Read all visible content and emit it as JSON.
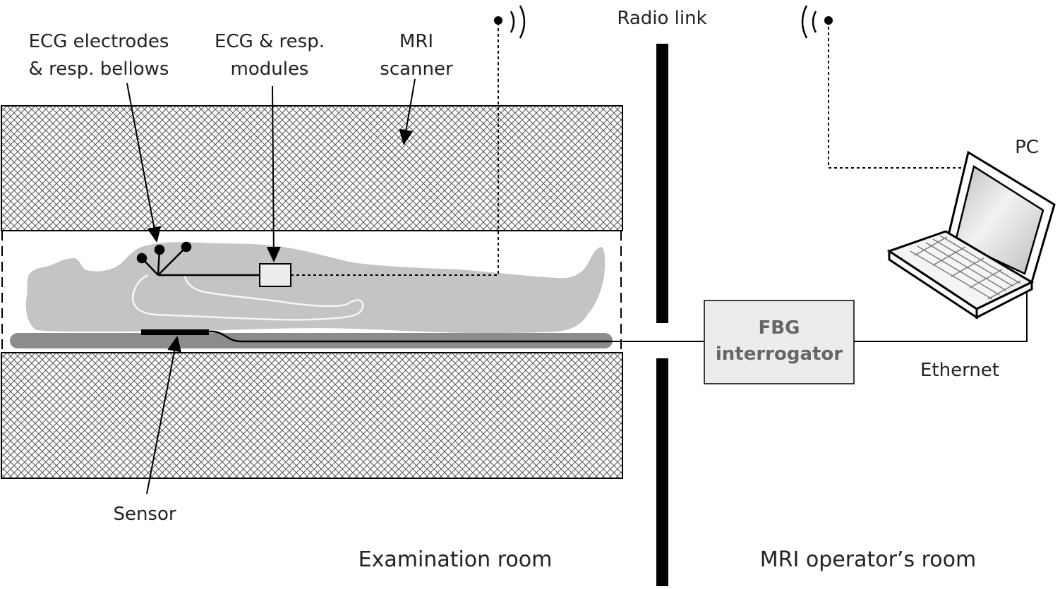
{
  "labels": {
    "ecg_electrodes": "ECG electrodes\n& resp. bellows",
    "ecg_modules": "ECG & resp.\nmodules",
    "mri_scanner": "MRI\nscanner",
    "radio_link": "Radio link",
    "pc": "PC",
    "fbg_interrogator": "FBG\ninterrogator",
    "ethernet": "Ethernet",
    "sensor": "Sensor",
    "examination_room": "Examination room",
    "operator_room": "MRI operator’s room"
  },
  "icons": {
    "antenna_left": "antenna-icon",
    "antenna_right": "antenna-icon",
    "laptop": "laptop-icon"
  },
  "colors": {
    "stroke": "#000000",
    "body": "#c4c4c4",
    "table": "#8c8c8c",
    "box_fill": "#ececec",
    "box_text": "#666666"
  }
}
